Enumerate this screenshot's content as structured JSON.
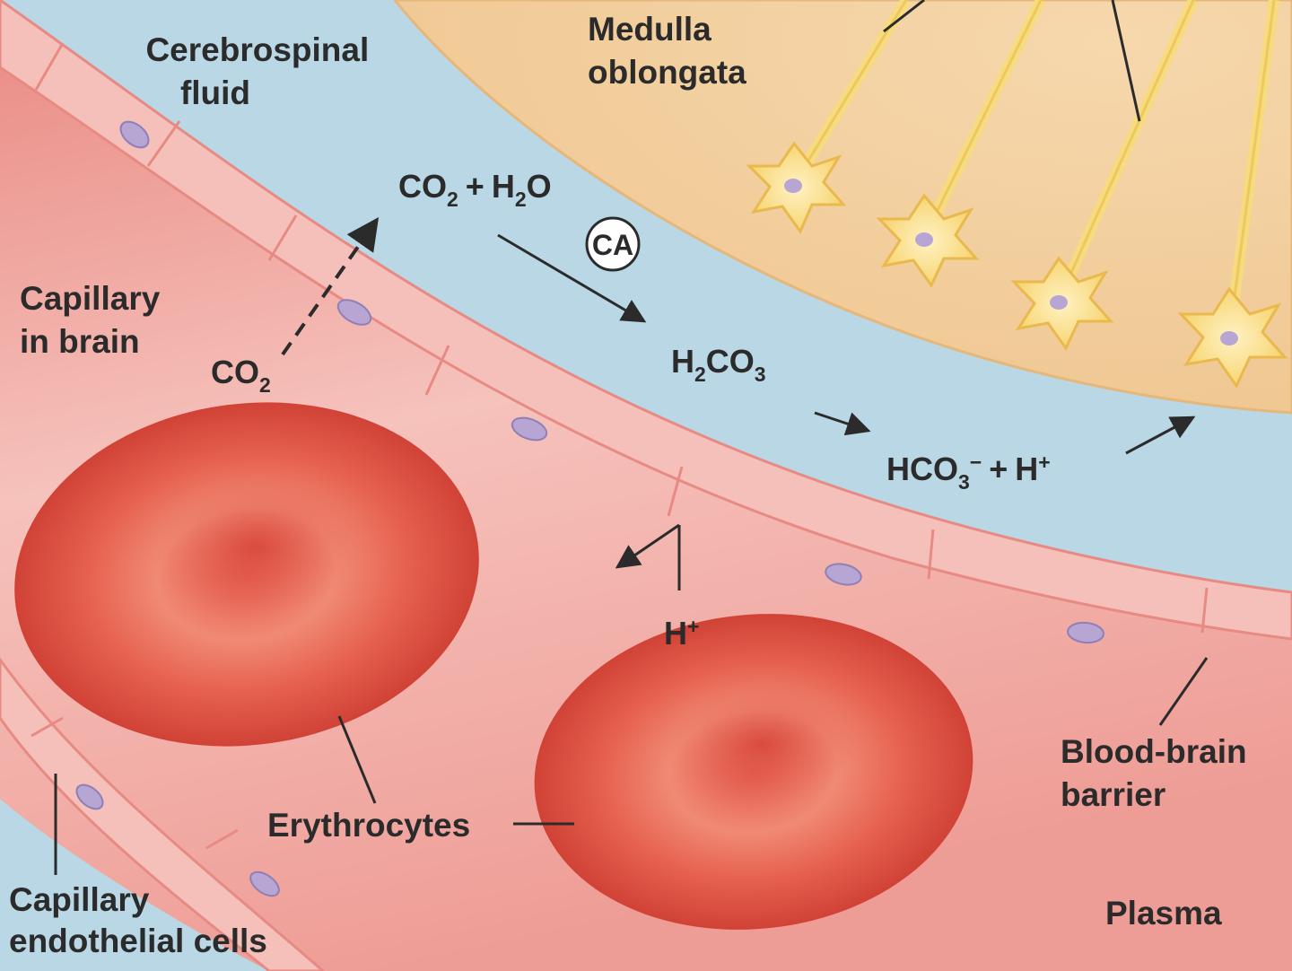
{
  "labels": {
    "cerebrospinal_fluid_line1": "Cerebrospinal",
    "cerebrospinal_fluid_line2": "fluid",
    "medulla_line1": "Medulla",
    "medulla_line2": "oblongata",
    "capillary_line1": "Capillary",
    "capillary_line2": "in brain",
    "erythrocytes": "Erythrocytes",
    "endothelial_line1": "Capillary",
    "endothelial_line2": "endothelial cells",
    "bbb_line1": "Blood-brain",
    "bbb_line2": "barrier",
    "plasma": "Plasma"
  },
  "chemistry": {
    "co2_plasma": {
      "base": "CO",
      "sub": "2"
    },
    "reactant_co2": {
      "base": "CO",
      "sub": "2"
    },
    "plus_1": "+",
    "reactant_h2o": {
      "h": "H",
      "sub": "2",
      "o": "O"
    },
    "enzyme": "CA",
    "carbonic_acid": {
      "h": "H",
      "sub1": "2",
      "co": "CO",
      "sub2": "3"
    },
    "bicarbonate": {
      "base": "HCO",
      "sub": "3",
      "sup": "−"
    },
    "plus_2": "+",
    "hydrogen_csf": {
      "base": "H",
      "sup": "+"
    },
    "hydrogen_blood": {
      "base": "H",
      "sup": "+"
    }
  },
  "colors": {
    "csf_blue": "#b9d7e4",
    "medulla_tan": "#f3cf9f",
    "plasma_pink": "#f2a7a0",
    "vessel_wall": "#f4b3ad",
    "erythrocyte_red": "#df5a4c",
    "neuron_yellow": "#f7dc7e",
    "nucleus_lavender": "#b7a6d3",
    "ink": "#2b2b2b"
  }
}
